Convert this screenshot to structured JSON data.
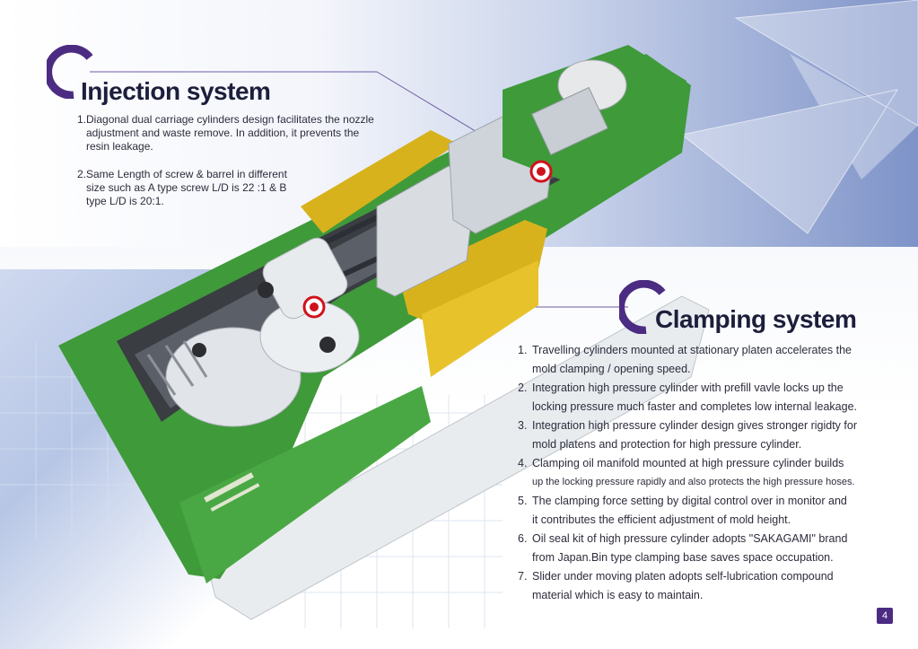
{
  "injection": {
    "title": "Injection system",
    "items": [
      {
        "first": "1.Diagonal dual carriage cylinders design facilitates the nozzle",
        "rest": [
          "adjustment and waste remove. In addition, it prevents the",
          "resin leakage."
        ]
      },
      {
        "first": "2.Same Length of screw & barrel in different",
        "rest": [
          "size such as A type screw  L/D is 22 :1 & B",
          "type L/D is 20:1."
        ]
      }
    ]
  },
  "clamping": {
    "title": "Clamping system",
    "items": [
      {
        "num": "1.",
        "lines": [
          "Travelling cylinders mounted at stationary platen accelerates the",
          "mold clamping / opening speed."
        ]
      },
      {
        "num": "2.",
        "lines": [
          "Integration high pressure cylinder with prefill vavle locks up the",
          "locking pressure much faster and completes low internal leakage."
        ]
      },
      {
        "num": "3.",
        "lines": [
          "Integration high pressure cylinder design gives stronger rigidty for",
          "mold platens and protection for high pressure cylinder."
        ]
      },
      {
        "num": "4.",
        "lines": [
          "Clamping oil manifold mounted at high pressure cylinder builds",
          "up the locking pressure rapidly and also protects the high pressure hoses."
        ]
      },
      {
        "num": "5.",
        "lines": [
          "The clamping force setting by digital control over in monitor and",
          "it contributes the efficient adjustment of mold height."
        ]
      },
      {
        "num": "6.",
        "lines": [
          "Oil seal kit of high pressure cylinder adopts \"SAKAGAMI\" brand",
          "from Japan.Bin type clamping base saves space occupation."
        ]
      },
      {
        "num": "7.",
        "lines": [
          "Slider under moving platen adopts self-lubrication compound",
          "material which is easy to maintain."
        ]
      }
    ]
  },
  "page_number": "4",
  "colors": {
    "accent": "#4b2c82",
    "machine_green": "#3f9a3a",
    "machine_yellow": "#d8b21c",
    "marker_red": "#d0121b",
    "title_text": "#1c1e3c"
  },
  "icons": [
    "title-arc-icon",
    "target-marker-icon"
  ]
}
